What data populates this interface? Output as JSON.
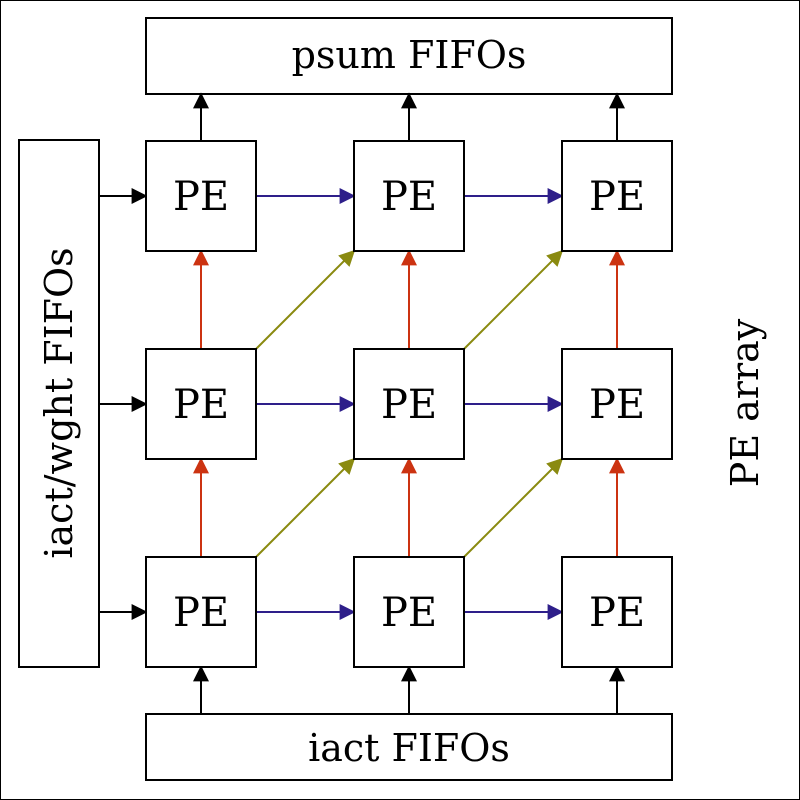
{
  "diagram": {
    "psum_fifos_label": "psum FIFOs",
    "iact_fifos_label": "iact FIFOs",
    "iact_wght_fifos_label": "iact/wght FIFOs",
    "pe_array_label": "PE array",
    "pe_label": "PE",
    "grid": {
      "rows": 3,
      "cols": 3
    }
  },
  "colors": {
    "horizontal_arrows": "#2e1f8a",
    "vertical_arrows": "#cc3311",
    "diagonal_arrows": "#8a8a10",
    "io_arrows": "#000000"
  }
}
